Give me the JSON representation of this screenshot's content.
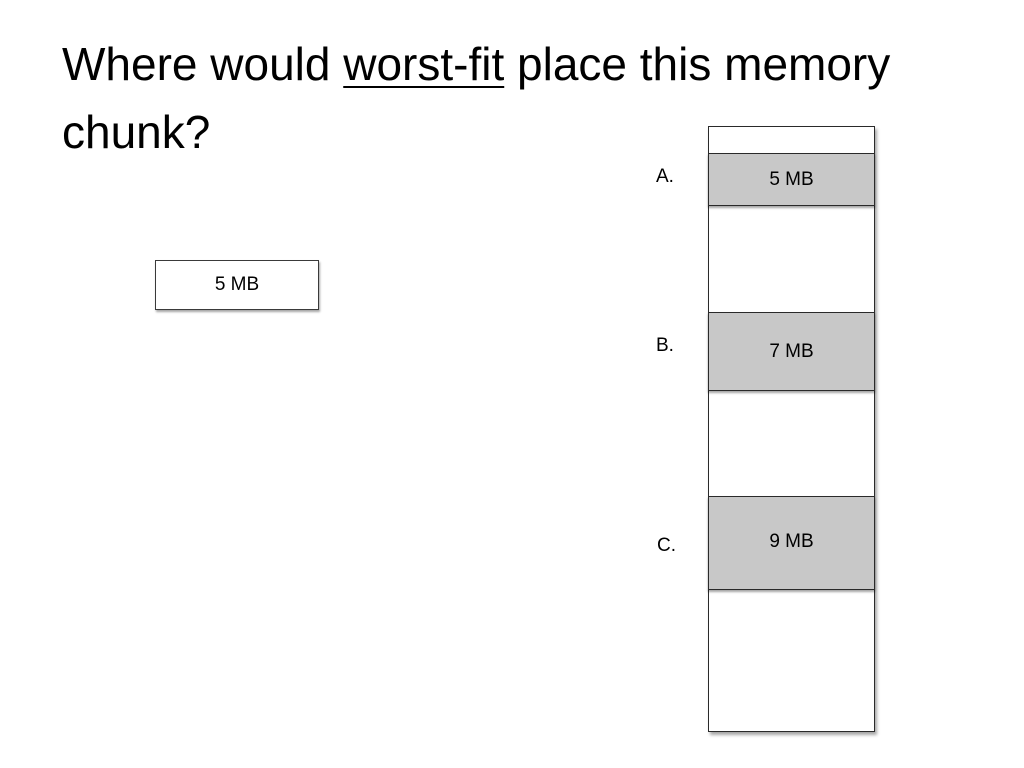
{
  "slide": {
    "title_before": "Where would ",
    "title_emphasis": "worst-fit",
    "title_after": " place this memory chunk?"
  },
  "chunk": {
    "label": "5 MB"
  },
  "memory": {
    "options": [
      {
        "letter": "A.",
        "size_label": "5 MB"
      },
      {
        "letter": "B.",
        "size_label": "7 MB"
      },
      {
        "letter": "C.",
        "size_label": "9 MB"
      }
    ]
  },
  "colors": {
    "block_fill": "#c8c8c8",
    "border": "#2a2a2a",
    "background": "#ffffff"
  }
}
